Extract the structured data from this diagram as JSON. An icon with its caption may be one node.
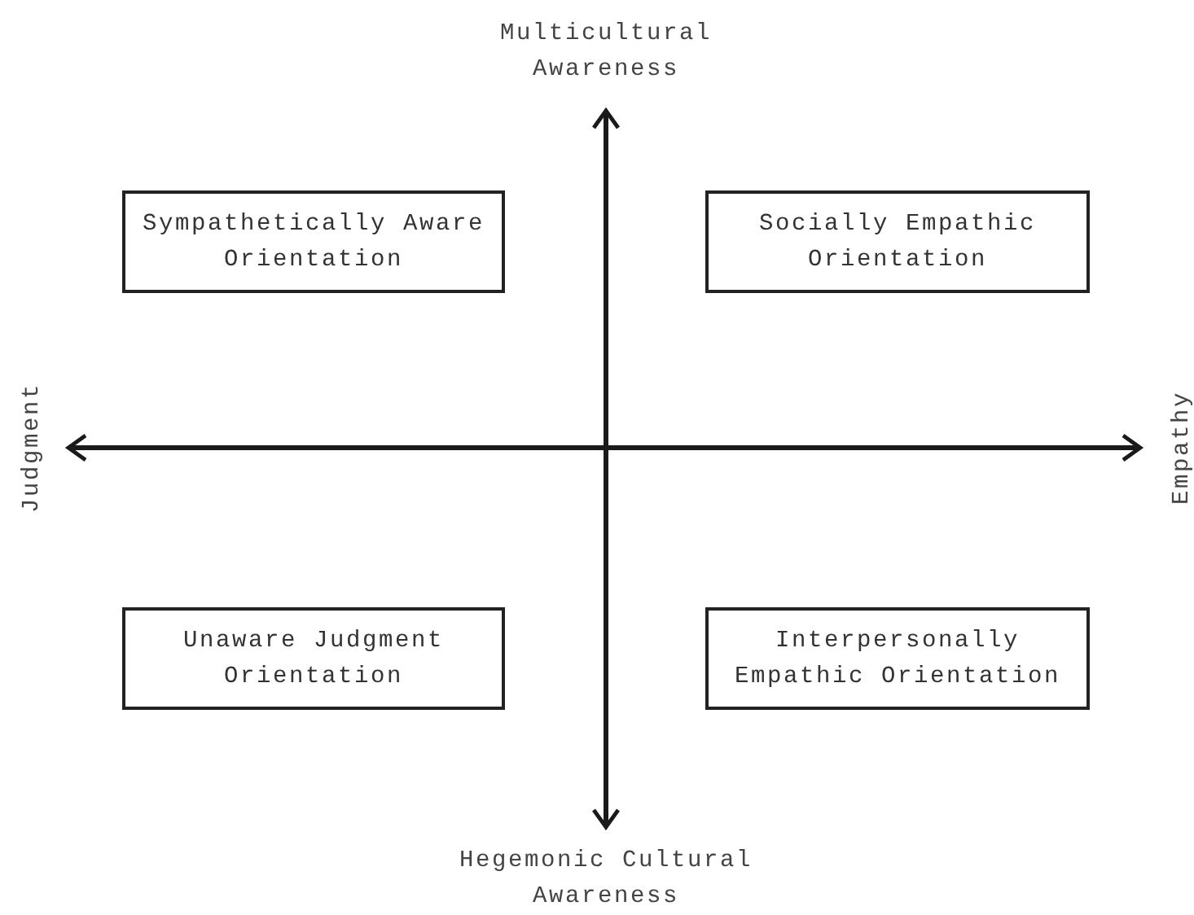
{
  "diagram": {
    "nodes": [
      {
        "text": [
          "Sympathetically Aware Orientation"
        ]
      },
      {
        "text": [
          "Socially Empathic Orientation"
        ]
      },
      {
        "text": [
          "Unaware Judgment Orientation"
        ]
      },
      {
        "text": [
          "Interpersonally Empathic Orientation"
        ]
      }
    ],
    "labels": [
      "Multicultural Awareness",
      "Judgment",
      "Empathy",
      "Hegemonic Cultural Awareness"
    ]
  }
}
